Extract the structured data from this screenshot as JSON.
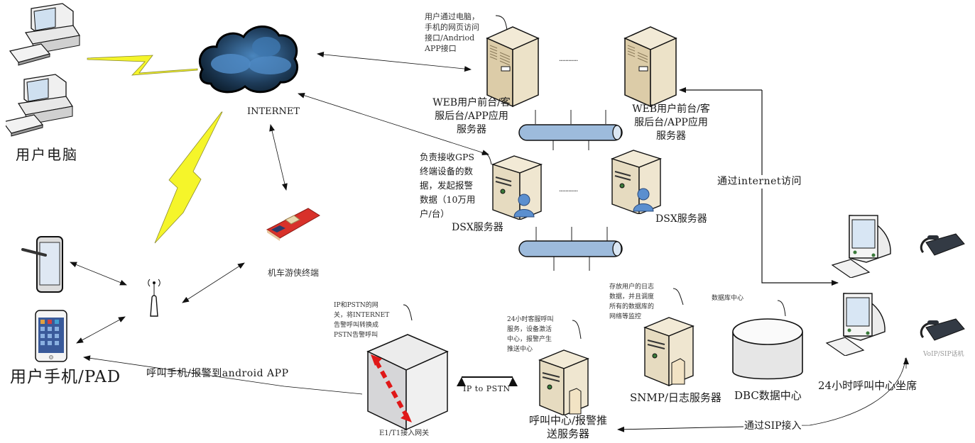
{
  "diagram": {
    "title": "",
    "nodes": {
      "user_pc": {
        "label": "用户电脑"
      },
      "internet": {
        "label": "INTERNET"
      },
      "web_server_1": {
        "label_lines": [
          "WEB用户前台/客",
          "服后台/APP应用",
          "服务器"
        ],
        "note_lines": [
          "用户通过电脑，",
          "手机的网页访问",
          "接口/Andriod",
          "APP接口"
        ]
      },
      "web_server_2": {
        "label_lines": [
          "WEB用户前台/客",
          "服后台/APP应用",
          "服务器"
        ]
      },
      "web_ellipsis": "............",
      "dsx_server_1": {
        "label": "DSX服务器",
        "note_lines": [
          "负责接收GPS",
          "终端设备的数",
          "据，发起报警",
          "数据（10万用",
          "户/台）"
        ]
      },
      "dsx_server_2": {
        "label": "DSX服务器"
      },
      "dsx_ellipsis": "............",
      "terminal": {
        "label": "机车游侠终端"
      },
      "user_mobile": {
        "label": "用户手机/PAD"
      },
      "gateway": {
        "label": "E1/T1接入网关",
        "note_lines": [
          "IP和PSTN的网",
          "关，将INTERNET",
          "告警呼叫转换成",
          "PSTN告警呼叫"
        ]
      },
      "call_center_server": {
        "label_lines": [
          "呼叫中心/报警推",
          "送服务器"
        ],
        "note_lines": [
          "24小时客服呼叫",
          "服务，设备激活",
          "中心，报警产生",
          "推送中心"
        ]
      },
      "snmp_server": {
        "label": "SNMP/日志服务器",
        "note_lines": [
          "存放用户的日志",
          "数据，并且调度",
          "所有的数据库的",
          "网络等监控"
        ]
      },
      "dbc": {
        "label": "DBC数据中心",
        "note": "数据库中心"
      },
      "call_seat": {
        "label": "24小时呼叫中心坐席"
      },
      "voip_phone": {
        "label": "VoIP/SIP话机"
      }
    },
    "edges": {
      "internet_access": "通过internet访问",
      "call_mobile": "呼叫手机/报警到android APP",
      "ip_to_pstn": "IP to PSTN",
      "sip_access": "通过SIP接入"
    },
    "colors": {
      "lightning": "#f5f52a",
      "cloud_dark": "#0f2233",
      "cloud_light": "#4a86bf",
      "server_beige": "#e9dcc0",
      "bus_blue": "#9dbbdc",
      "gateway_arrow": "#e01818",
      "board_red": "#d8312a",
      "user_icon": "#5b8fcf"
    }
  }
}
